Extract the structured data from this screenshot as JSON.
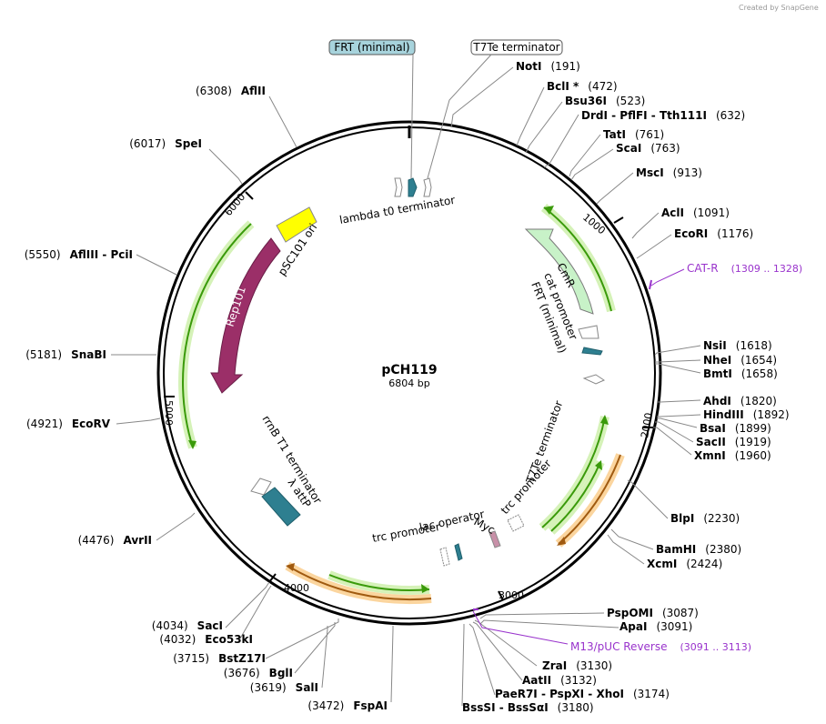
{
  "credit": "Created by SnapGene",
  "plasmid": {
    "name": "pCH119",
    "length": "6804 bp"
  },
  "box_labels": [
    {
      "text": "FRT (minimal)",
      "fill": "#a7d3dc"
    },
    {
      "text": "T7Te terminator",
      "fill": "#ffffff"
    }
  ],
  "ticks": [
    "1000",
    "2000",
    "3000",
    "4000",
    "5000",
    "6000"
  ],
  "sites_right": [
    {
      "pre": "",
      "name": "NotI",
      "pos": "(191)"
    },
    {
      "pre": "",
      "name": "BclI *",
      "pos": "(472)"
    },
    {
      "pre": "",
      "name": "Bsu36I",
      "pos": "(523)"
    },
    {
      "pre": "",
      "name": "DrdI  -  PflFI  -  Tth111I",
      "pos": "(632)"
    },
    {
      "pre": "",
      "name": "TatI",
      "pos": "(761)"
    },
    {
      "pre": "",
      "name": "ScaI",
      "pos": "(763)"
    },
    {
      "pre": "",
      "name": "MscI",
      "pos": "(913)"
    },
    {
      "pre": "",
      "name": "AclI",
      "pos": "(1091)"
    },
    {
      "pre": "",
      "name": "EcoRI",
      "pos": "(1176)"
    },
    {
      "pre": "",
      "name": "NsiI",
      "pos": "(1618)"
    },
    {
      "pre": "",
      "name": "NheI",
      "pos": "(1654)"
    },
    {
      "pre": "",
      "name": "BmtI",
      "pos": "(1658)"
    },
    {
      "pre": "",
      "name": "AhdI",
      "pos": "(1820)"
    },
    {
      "pre": "",
      "name": "HindIII",
      "pos": "(1892)"
    },
    {
      "pre": "",
      "name": "BsaI",
      "pos": "(1899)"
    },
    {
      "pre": "",
      "name": "SacII",
      "pos": "(1919)"
    },
    {
      "pre": "",
      "name": "XmnI",
      "pos": "(1960)"
    },
    {
      "pre": "",
      "name": "BlpI",
      "pos": "(2230)"
    },
    {
      "pre": "",
      "name": "BamHI",
      "pos": "(2380)"
    },
    {
      "pre": "",
      "name": "XcmI",
      "pos": "(2424)"
    },
    {
      "pre": "",
      "name": "PspOMI",
      "pos": "(3087)"
    },
    {
      "pre": "",
      "name": "ApaI",
      "pos": "(3091)"
    },
    {
      "pre": "",
      "name": "ZraI",
      "pos": "(3130)"
    },
    {
      "pre": "",
      "name": "AatII",
      "pos": "(3132)"
    },
    {
      "pre": "",
      "name": "PaeR7I  -  PspXI  -  XhoI",
      "pos": "(3174)"
    },
    {
      "pre": "",
      "name": "BssSI  -  BssSαI",
      "pos": "(3180)"
    }
  ],
  "sites_left": [
    {
      "pos": "(6308)",
      "name": "AflII"
    },
    {
      "pos": "(6017)",
      "name": "SpeI"
    },
    {
      "pos": "(5550)",
      "name": "AflIII  -  PciI"
    },
    {
      "pos": "(5181)",
      "name": "SnaBI"
    },
    {
      "pos": "(4921)",
      "name": "EcoRV"
    },
    {
      "pos": "(4476)",
      "name": "AvrII"
    },
    {
      "pos": "(4034)",
      "name": "SacI"
    },
    {
      "pos": "(4032)",
      "name": "Eco53kI"
    },
    {
      "pos": "(3715)",
      "name": "BstZ17I"
    },
    {
      "pos": "(3676)",
      "name": "BglI"
    },
    {
      "pos": "(3619)",
      "name": "SalI"
    },
    {
      "pos": "(3472)",
      "name": "FspAI"
    }
  ],
  "primers": [
    {
      "name": "CAT-R",
      "range": "(1309 .. 1328)",
      "color": "#9933cc"
    },
    {
      "name": "M13/pUC Reverse",
      "range": "(3091 .. 3113)",
      "color": "#9933cc"
    }
  ],
  "features": {
    "lambda": "lambda t0 terminator",
    "psc101": "pSC101 ori",
    "rep101": "Rep101",
    "cmr": "CmR",
    "cat_promoter": "cat promoter",
    "frt": "FRT (minimal)",
    "t7te": "T7Te terminator",
    "trc1": "trc promoter",
    "myc": "Myc",
    "lac": "lac operator",
    "trc2": "trc promoter",
    "rrnb": "rrnB T1 terminator",
    "attp": "λ attP"
  },
  "colors": {
    "ring": "#000000",
    "orf_green": "#3a9a0a",
    "orf_halo": "#d5f2b8",
    "orf_orange": "#a05a10",
    "orf_orange_halo": "#fbd59e",
    "rep101": "#9b2f68",
    "cmr": "#c8f2c8",
    "ori": "#ffff00",
    "frt": "#2e7f90",
    "attp": "#2e7f90",
    "myc": "#c890a8",
    "primer": "#9933cc"
  }
}
